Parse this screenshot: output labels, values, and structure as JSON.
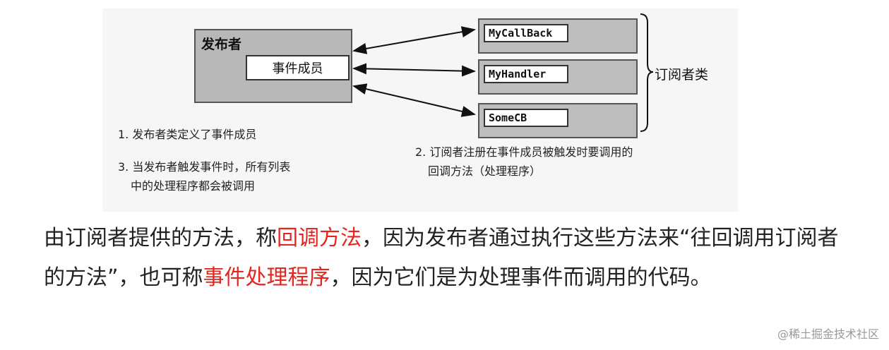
{
  "diagram": {
    "publisher_label": "发布者",
    "event_member_label": "事件成员",
    "subscribers": [
      "MyCallBack",
      "MyHandler",
      "SomeCB"
    ],
    "subscriber_class_label": "订阅者类",
    "note_1": "1. 发布者类定义了事件成员",
    "note_2_line1": "2. 订阅者注册在事件成员被触发时要调用的",
    "note_2_line2": "回调方法（处理程序）",
    "note_3_line1": "3. 当发布者触发事件时，所有列表",
    "note_3_line2": "中的处理程序都会被调用"
  },
  "paragraph": {
    "p1": "由订阅者提供的方法，称",
    "h1": "回调方法",
    "p2": "，因为发布者通过执行这些方法来“往回调用订阅者的方法”，也可称",
    "h2": "事件处理程序",
    "p3": "，因为它们是为处理事件而调用的代码。"
  },
  "watermark": "@稀土掘金技术社区",
  "colors": {
    "highlight": "#e5251f",
    "box_fill": "#b8b8b8"
  }
}
